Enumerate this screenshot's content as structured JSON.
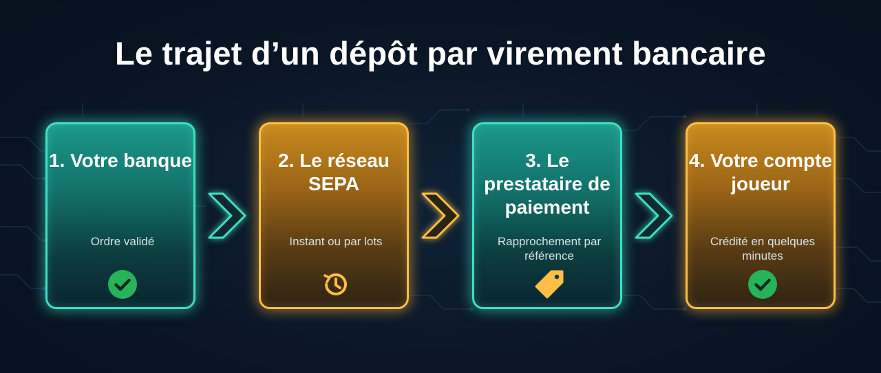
{
  "title": "Le trajet d’un dépôt par virement bancaire",
  "colors": {
    "teal": "#3fe0c4",
    "amber": "#ffbf45",
    "check_green": "#27b35a",
    "background": "#0a1626"
  },
  "steps": [
    {
      "title": "1. Votre banque",
      "subtitle": "Ordre validé",
      "icon": "check-circle-icon",
      "accent": "teal"
    },
    {
      "title": "2. Le réseau SEPA",
      "subtitle": "Instant ou par lots",
      "icon": "clock-history-icon",
      "accent": "amber"
    },
    {
      "title": "3. Le prestataire de paiement",
      "subtitle": "Rapprochement par référence",
      "icon": "price-tag-icon",
      "accent": "teal"
    },
    {
      "title": "4. Votre compte joueur",
      "subtitle": "Crédité en quelques minutes",
      "icon": "check-circle-icon",
      "accent": "amber"
    }
  ],
  "arrows": [
    "chevron-right-icon",
    "chevron-right-icon",
    "chevron-right-icon"
  ]
}
